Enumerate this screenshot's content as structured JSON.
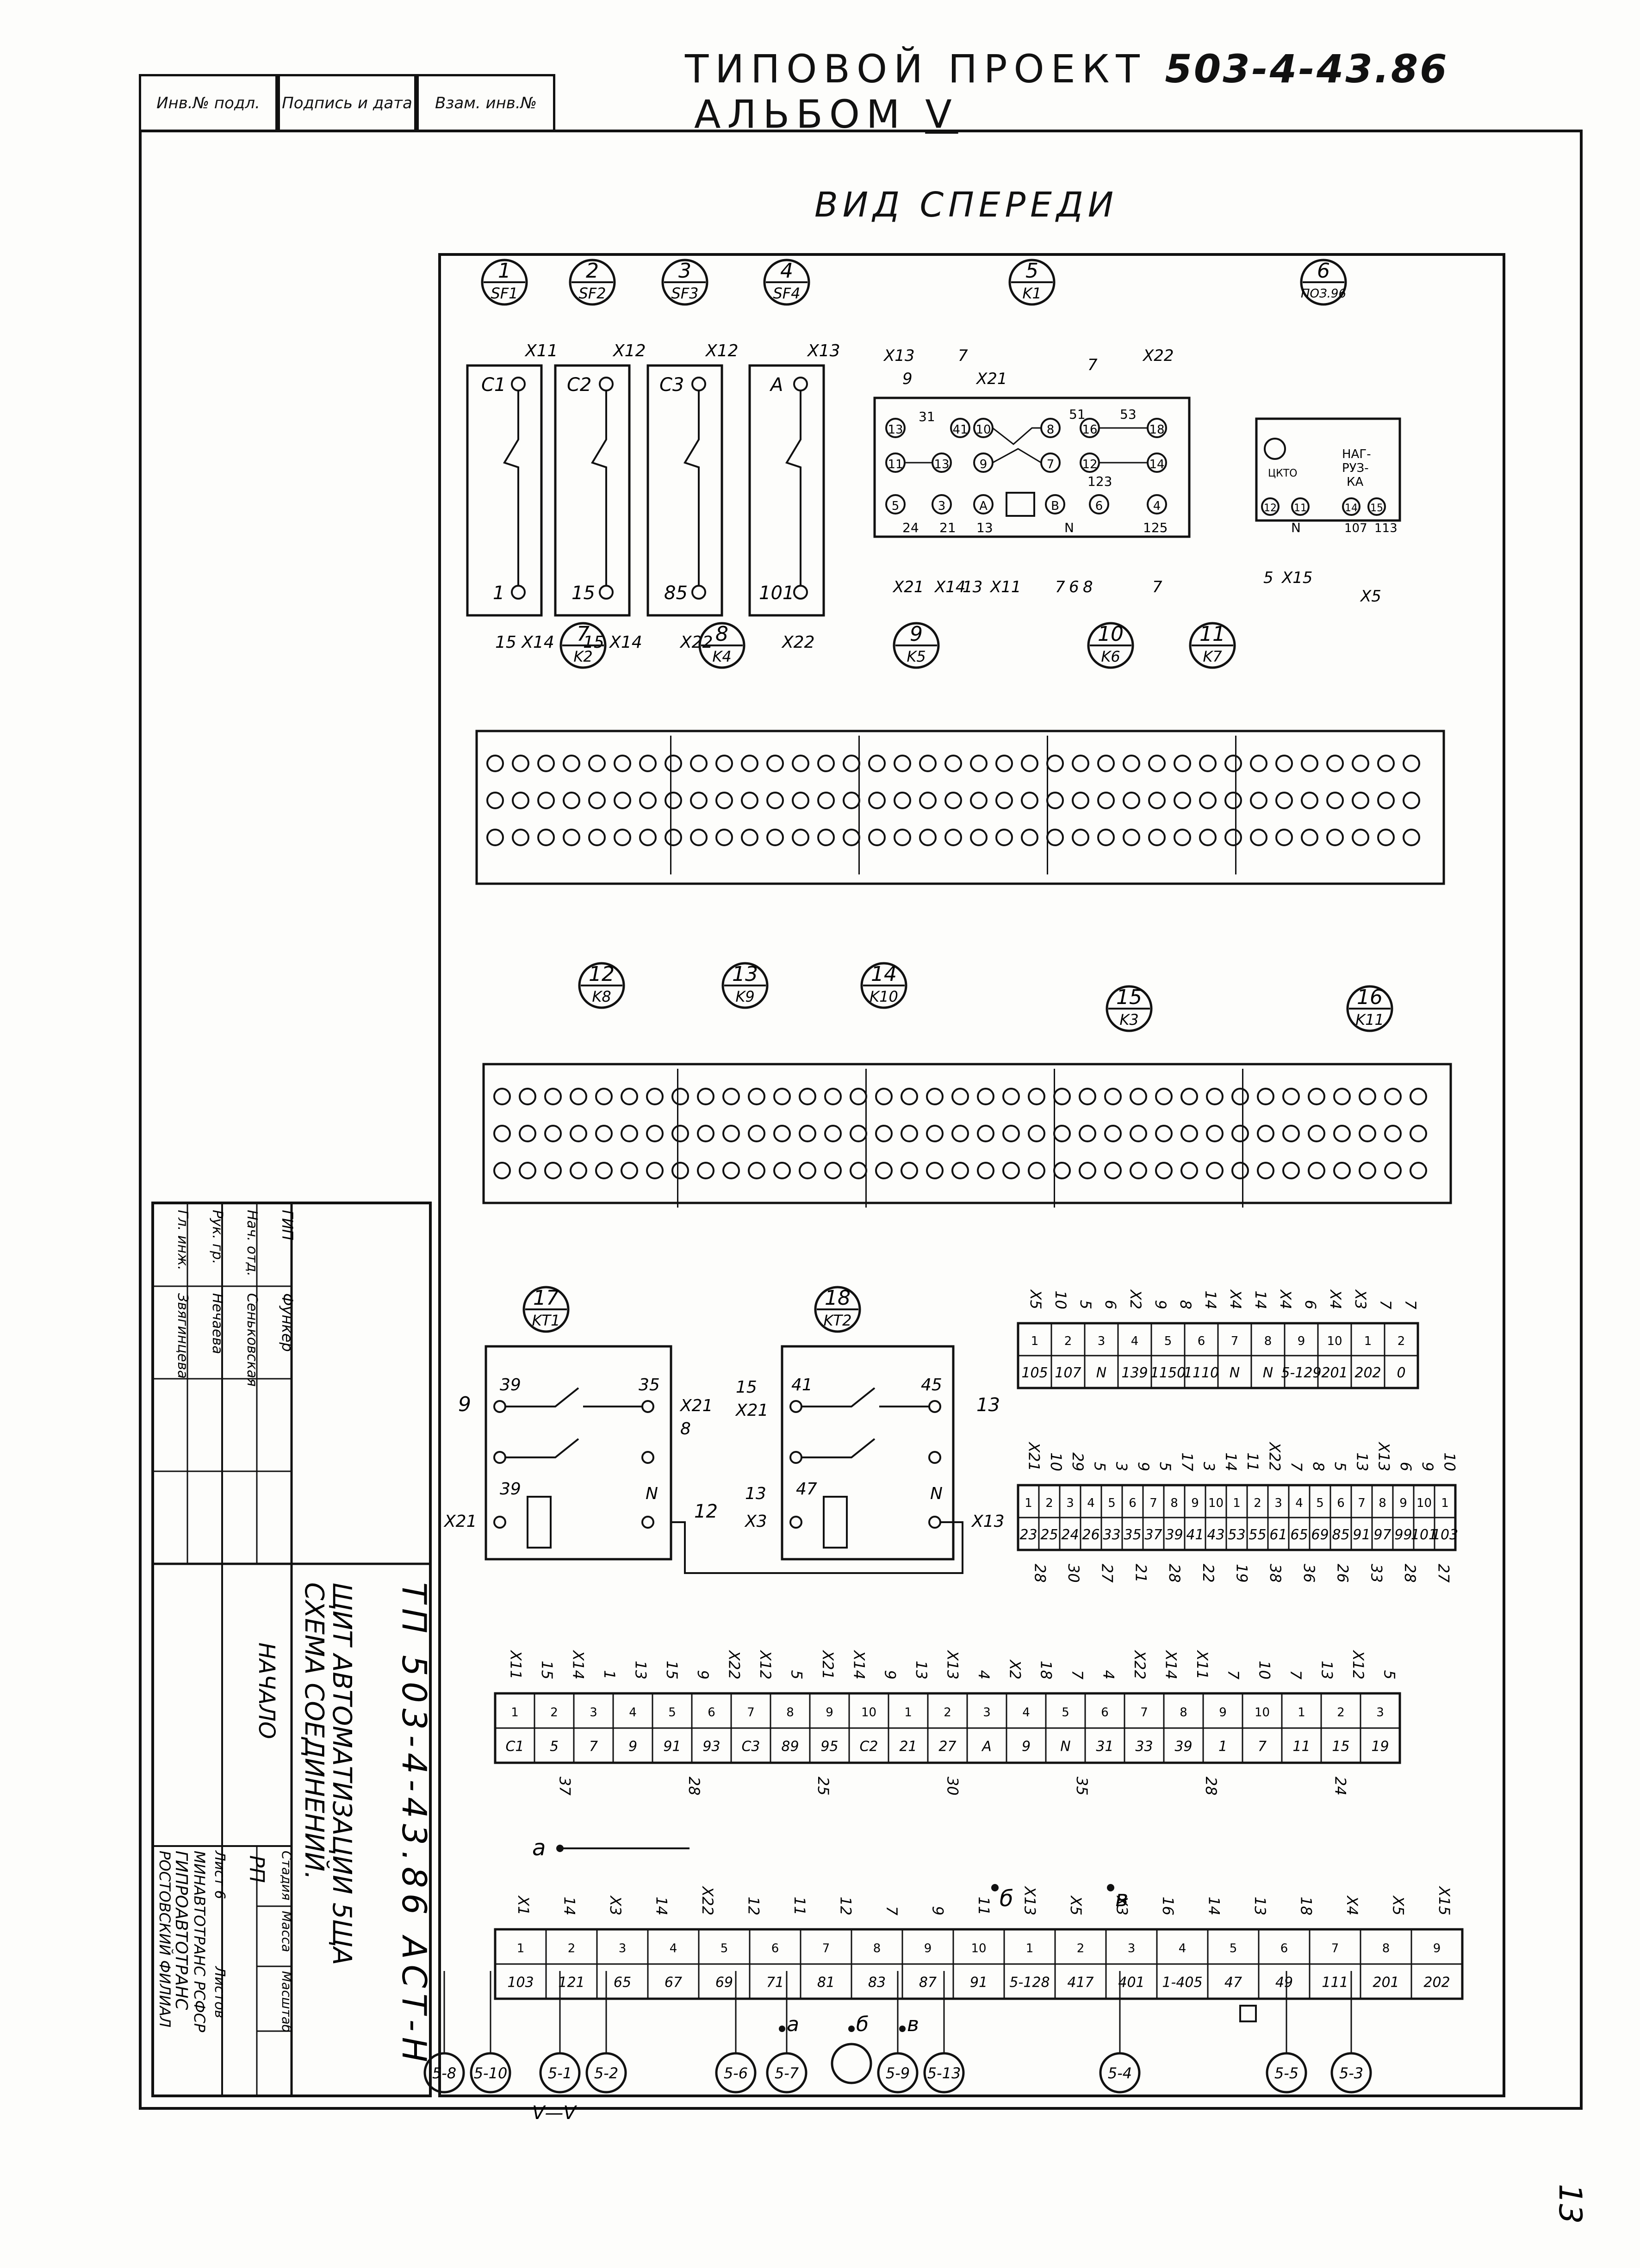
{
  "header": {
    "project_label": "ТИПОВОЙ ПРОЕКТ",
    "project_code": "503-4-43.86",
    "album_label": "АЛЬБОМ",
    "album_number": "V"
  },
  "top_strip": [
    "Инв.№ подл.",
    "Подпись и дата",
    "Взам. инв.№"
  ],
  "view_title": "ВИД СПЕРЕДИ",
  "devices_row1": [
    {
      "num": "1",
      "code": "SF1",
      "top_terminal": "C1",
      "top_wire": "X11",
      "bottom_terminal": "1",
      "bottom_wires": "15 X14"
    },
    {
      "num": "2",
      "code": "SF2",
      "top_terminal": "C2",
      "top_wire": "X12",
      "bottom_terminal": "15",
      "bottom_wires": "15 X14"
    },
    {
      "num": "3",
      "code": "SF3",
      "top_terminal": "C3",
      "top_wire": "X12",
      "bottom_terminal": "85",
      "bottom_wires": "X22"
    },
    {
      "num": "4",
      "code": "SF4",
      "top_terminal": "A",
      "top_wire": "X13",
      "bottom_terminal": "101",
      "bottom_wires": "X22"
    },
    {
      "num": "5",
      "code": "K1"
    },
    {
      "num": "6",
      "code": "ПОЗ.96"
    }
  ],
  "devices_row2": [
    {
      "num": "7",
      "code": "K2"
    },
    {
      "num": "8",
      "code": "K4"
    },
    {
      "num": "9",
      "code": "K5"
    },
    {
      "num": "10",
      "code": "K6"
    },
    {
      "num": "11",
      "code": "K7"
    }
  ],
  "devices_row3": [
    {
      "num": "12",
      "code": "K8"
    },
    {
      "num": "13",
      "code": "K9"
    },
    {
      "num": "14",
      "code": "K10"
    },
    {
      "num": "15",
      "code": "K3"
    },
    {
      "num": "16",
      "code": "K11"
    }
  ],
  "timers": [
    {
      "num": "17",
      "code": "KT1",
      "in_wire": "9",
      "t1": "39",
      "t2": "35",
      "out_wire": "X21",
      "out2": "8",
      "coil_in": "X21",
      "coil_t": "39",
      "coil_out": "N",
      "coil_wire": "12"
    },
    {
      "num": "18",
      "code": "KT2",
      "in_wire": "15",
      "in2": "X21",
      "t1": "41",
      "t2": "45",
      "out_wire": "13",
      "coil_in": "13",
      "coil_in2": "X3",
      "coil_t": "47",
      "coil_out": "N",
      "coil_wire": "X13"
    }
  ],
  "relay_k1": {
    "top_wires": [
      "X13",
      "9",
      "7",
      "X21",
      "7",
      "X22"
    ],
    "contacts_row1": [
      "13",
      "31",
      "41",
      "10",
      "8",
      "51",
      "16",
      "53",
      "18"
    ],
    "contacts_row2": [
      "11",
      "13",
      "9",
      "7",
      "12",
      "14"
    ],
    "contacts_row3": [
      "5",
      "3",
      "A",
      "B",
      "6",
      "4"
    ],
    "bottom_labels": [
      "24",
      "21",
      "13",
      "N",
      "123",
      "125"
    ],
    "bottom_wires": [
      "X21",
      "X14",
      "13",
      "X11",
      "7",
      "6",
      "8",
      "7"
    ]
  },
  "indicator": {
    "label1": "НАГ-",
    "label2": "РУЗ-",
    "label3": "КА",
    "left": "ЦКТО",
    "t12": "12",
    "t11": "11",
    "t14": "14",
    "t15": "15",
    "n": "N",
    "w107": "107",
    "w113": "113",
    "wires": [
      "5",
      "X15",
      "X5"
    ]
  },
  "terminal_block_x5": {
    "top_wires": [
      "X5",
      "10",
      "5",
      "6",
      "X2",
      "9",
      "8",
      "14",
      "X4",
      "14",
      "X4",
      "6",
      "X4",
      "X3",
      "7",
      "7"
    ],
    "cells": [
      "1",
      "2",
      "3",
      "4",
      "5",
      "6",
      "7",
      "8",
      "9",
      "10"
    ],
    "values": [
      "105",
      "107",
      "N",
      "139",
      "1150",
      "1110",
      "N",
      "N",
      "5-129",
      "201",
      "202",
      "0"
    ]
  },
  "terminal_block_x21": {
    "top_wires": [
      "X21",
      "10",
      "29",
      "5",
      "3",
      "9",
      "5",
      "17",
      "3",
      "14",
      "11",
      "X22",
      "7",
      "8",
      "5",
      "13",
      "X13",
      "6",
      "9",
      "10"
    ],
    "values": [
      "23",
      "25",
      "24",
      "26",
      "33",
      "35",
      "37",
      "39",
      "41",
      "43",
      "53",
      "55",
      "61",
      "65",
      "69",
      "85",
      "91",
      "97",
      "99",
      "101",
      "103"
    ],
    "bottom_wires": [
      "28",
      "30",
      "27",
      "21",
      "28",
      "22",
      "19",
      "38",
      "36",
      "26",
      "33",
      "28",
      "27"
    ]
  },
  "terminal_block_x11": {
    "top_wires": [
      "X11",
      "15",
      "X14",
      "1",
      "13",
      "15",
      "9",
      "X22",
      "X12",
      "5",
      "X21",
      "X14",
      "9",
      "13",
      "X13",
      "4",
      "X2",
      "18",
      "7",
      "4",
      "X22",
      "X14",
      "X11",
      "7",
      "10",
      "7",
      "13",
      "X12",
      "5"
    ],
    "values": [
      "C1",
      "5",
      "7",
      "9",
      "91",
      "93",
      "C3",
      "89",
      "95",
      "C2",
      "21",
      "27",
      "A",
      "9",
      "N",
      "31",
      "33",
      "39",
      "1",
      "7",
      "11",
      "15",
      "19"
    ],
    "bottom_wires": [
      "37",
      "28",
      "25",
      "30",
      "35",
      "28",
      "24"
    ],
    "bus_labels": [
      "а",
      "б",
      "в"
    ]
  },
  "terminal_block_x1": {
    "top_wires": [
      "X1",
      "14",
      "X3",
      "14",
      "X22",
      "12",
      "11",
      "12",
      "7",
      "9",
      "11",
      "X13",
      "X5",
      "X3",
      "16",
      "14",
      "13",
      "18",
      "X4",
      "X5",
      "X15"
    ],
    "values": [
      "103",
      "121",
      "65",
      "67",
      "69",
      "71",
      "81",
      "83",
      "87",
      "91",
      "5-128",
      "417",
      "401",
      "1-405",
      "47",
      "49",
      "111",
      "201",
      "202"
    ],
    "bus_labels": [
      "а",
      "б",
      "в"
    ]
  },
  "connectors": [
    "5-8",
    "5-10",
    "5-1",
    "5-2",
    "5-6",
    "5-7",
    "5-9",
    "5-13",
    "5-4",
    "5-5",
    "5-3"
  ],
  "connector_note": "V—V",
  "title_block": {
    "doc_code": "ТП 503-4-43.86 АСТ-Н",
    "title_line1": "ЩИТ АВТОМАТИЗАЦИИ 5ЩА",
    "title_line2": "СХЕМА СОЕДИНЕНИЙ.",
    "title_line3": "НАЧАЛО",
    "stage_label": "Стадия",
    "mass_label": "Масса",
    "scale_label": "Масштаб",
    "stage_value": "РП",
    "sheet_label": "Лист 6",
    "sheets_label": "Листов",
    "org_line1": "МИНАВТОТРАНС РСФСР",
    "org_line2": "ГИПРОАВТОТРАНС",
    "org_line3": "РОСТОВСКИЙ ФИЛИАЛ",
    "roles": [
      "ГИП",
      "Нач. отд.",
      "Рук. гр.",
      "Гл. инж."
    ],
    "names": [
      "Функер",
      "Сеньковская",
      "Нечаева",
      "Звягинцева"
    ]
  },
  "sheet_number": "13"
}
